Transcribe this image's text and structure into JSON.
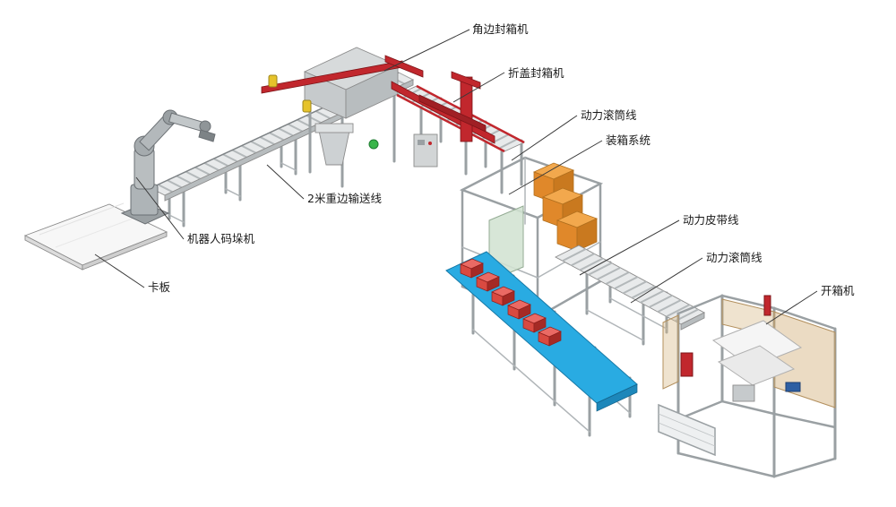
{
  "callouts": [
    {
      "id": "corner-edge-sealer",
      "text": "角边封箱机"
    },
    {
      "id": "flap-fold-sealer",
      "text": "折盖封箱机"
    },
    {
      "id": "power-roller-line-top",
      "text": "动力滚筒线"
    },
    {
      "id": "case-packing-system",
      "text": "装箱系统"
    },
    {
      "id": "power-belt-line",
      "text": "动力皮带线"
    },
    {
      "id": "power-roller-line-right",
      "text": "动力滚筒线"
    },
    {
      "id": "carton-erector",
      "text": "开箱机"
    },
    {
      "id": "conveyor-2m-heavy-edge",
      "text": "2米重边输送线"
    },
    {
      "id": "robot-palletizer",
      "text": "机器人码垛机"
    },
    {
      "id": "pallet",
      "text": "卡板"
    }
  ],
  "colors": {
    "machine_red": "#c1272d",
    "belt_blue": "#29abe2",
    "carton_orange": "#e0882a",
    "panel_tan": "#d8b888",
    "indicator_green": "#39b54a",
    "box_red": "#d94a41",
    "frame_gray": "#9aa0a3",
    "label_text": "#1a1a1a"
  }
}
